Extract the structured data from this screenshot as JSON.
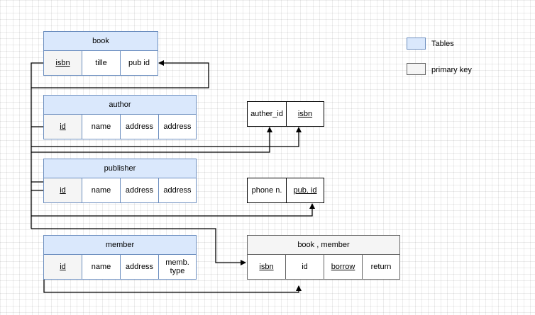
{
  "colors": {
    "table_fill": "#dae8fc",
    "table_stroke": "#6c8ebf",
    "primary_key_fill": "#f5f5f5",
    "gray_stroke": "#666666",
    "edge": "#000000"
  },
  "tables": {
    "book": {
      "title": "book",
      "cols": [
        "isbn",
        "tille",
        "pub id"
      ]
    },
    "author": {
      "title": "author",
      "cols": [
        "id",
        "name",
        "address",
        "address"
      ]
    },
    "publisher": {
      "title": "publisher",
      "cols": [
        "id",
        "name",
        "address",
        "address"
      ]
    },
    "member": {
      "title": "member",
      "cols": [
        "id",
        "name",
        "address",
        "memb.\ntype"
      ]
    },
    "book_member": {
      "title": "book , member",
      "cols": [
        "isbn",
        "id",
        "borrow",
        "return"
      ]
    }
  },
  "relations": {
    "author_book": [
      "auther_id",
      "isbn"
    ],
    "phone": [
      "phone n.",
      "pub. id"
    ]
  },
  "legend": {
    "tables": "Tables",
    "primary_key": "primary key"
  }
}
